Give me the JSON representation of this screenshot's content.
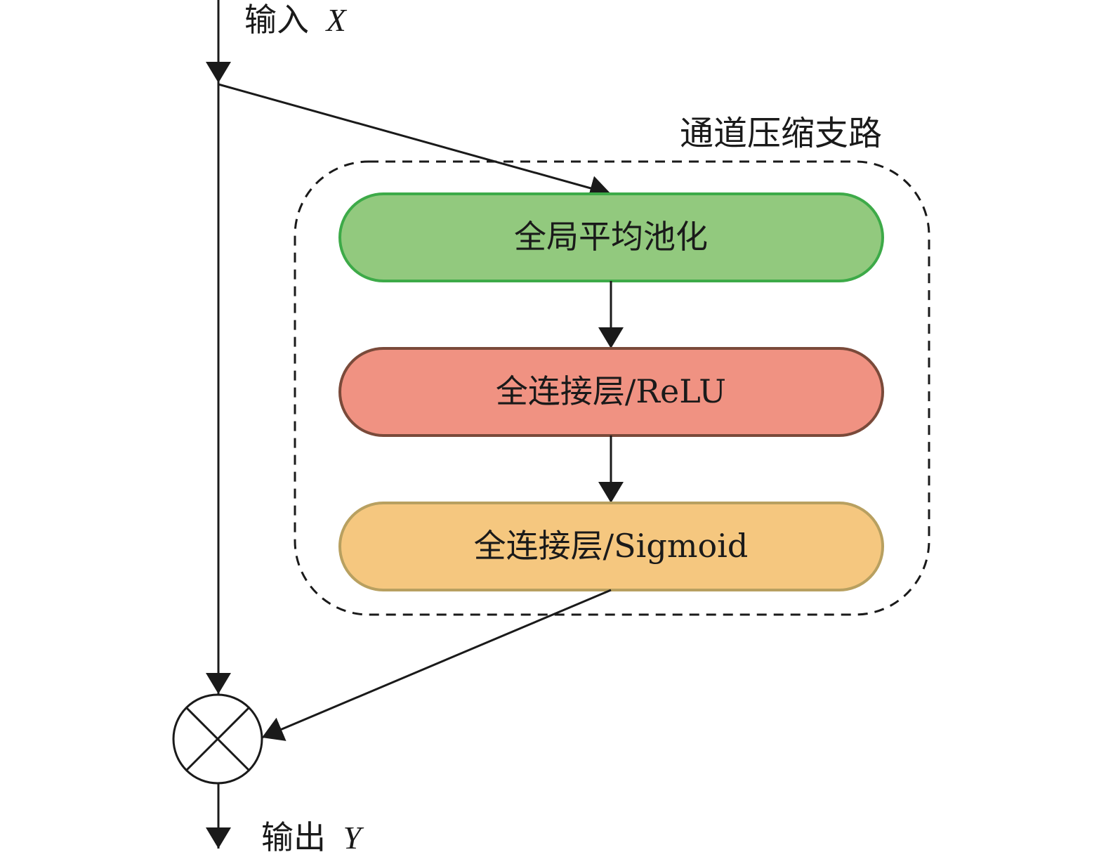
{
  "input": {
    "label": "输入",
    "var": "X"
  },
  "output": {
    "label": "输出",
    "var": "Y"
  },
  "branch": {
    "title": "通道压缩支路"
  },
  "boxes": [
    {
      "label": "全局平均池化",
      "fill": "#92c97e",
      "stroke": "#3daa48"
    },
    {
      "label": "全连接层/ReLU",
      "fill": "#f09282",
      "stroke": "#7a4a3a"
    },
    {
      "label": "全连接层/Sigmoid",
      "fill": "#f5c77f",
      "stroke": "#b8a060"
    }
  ],
  "operator": {
    "symbol": "multiply",
    "name": "element-wise product"
  },
  "colors": {
    "line": "#1a1a1a"
  }
}
